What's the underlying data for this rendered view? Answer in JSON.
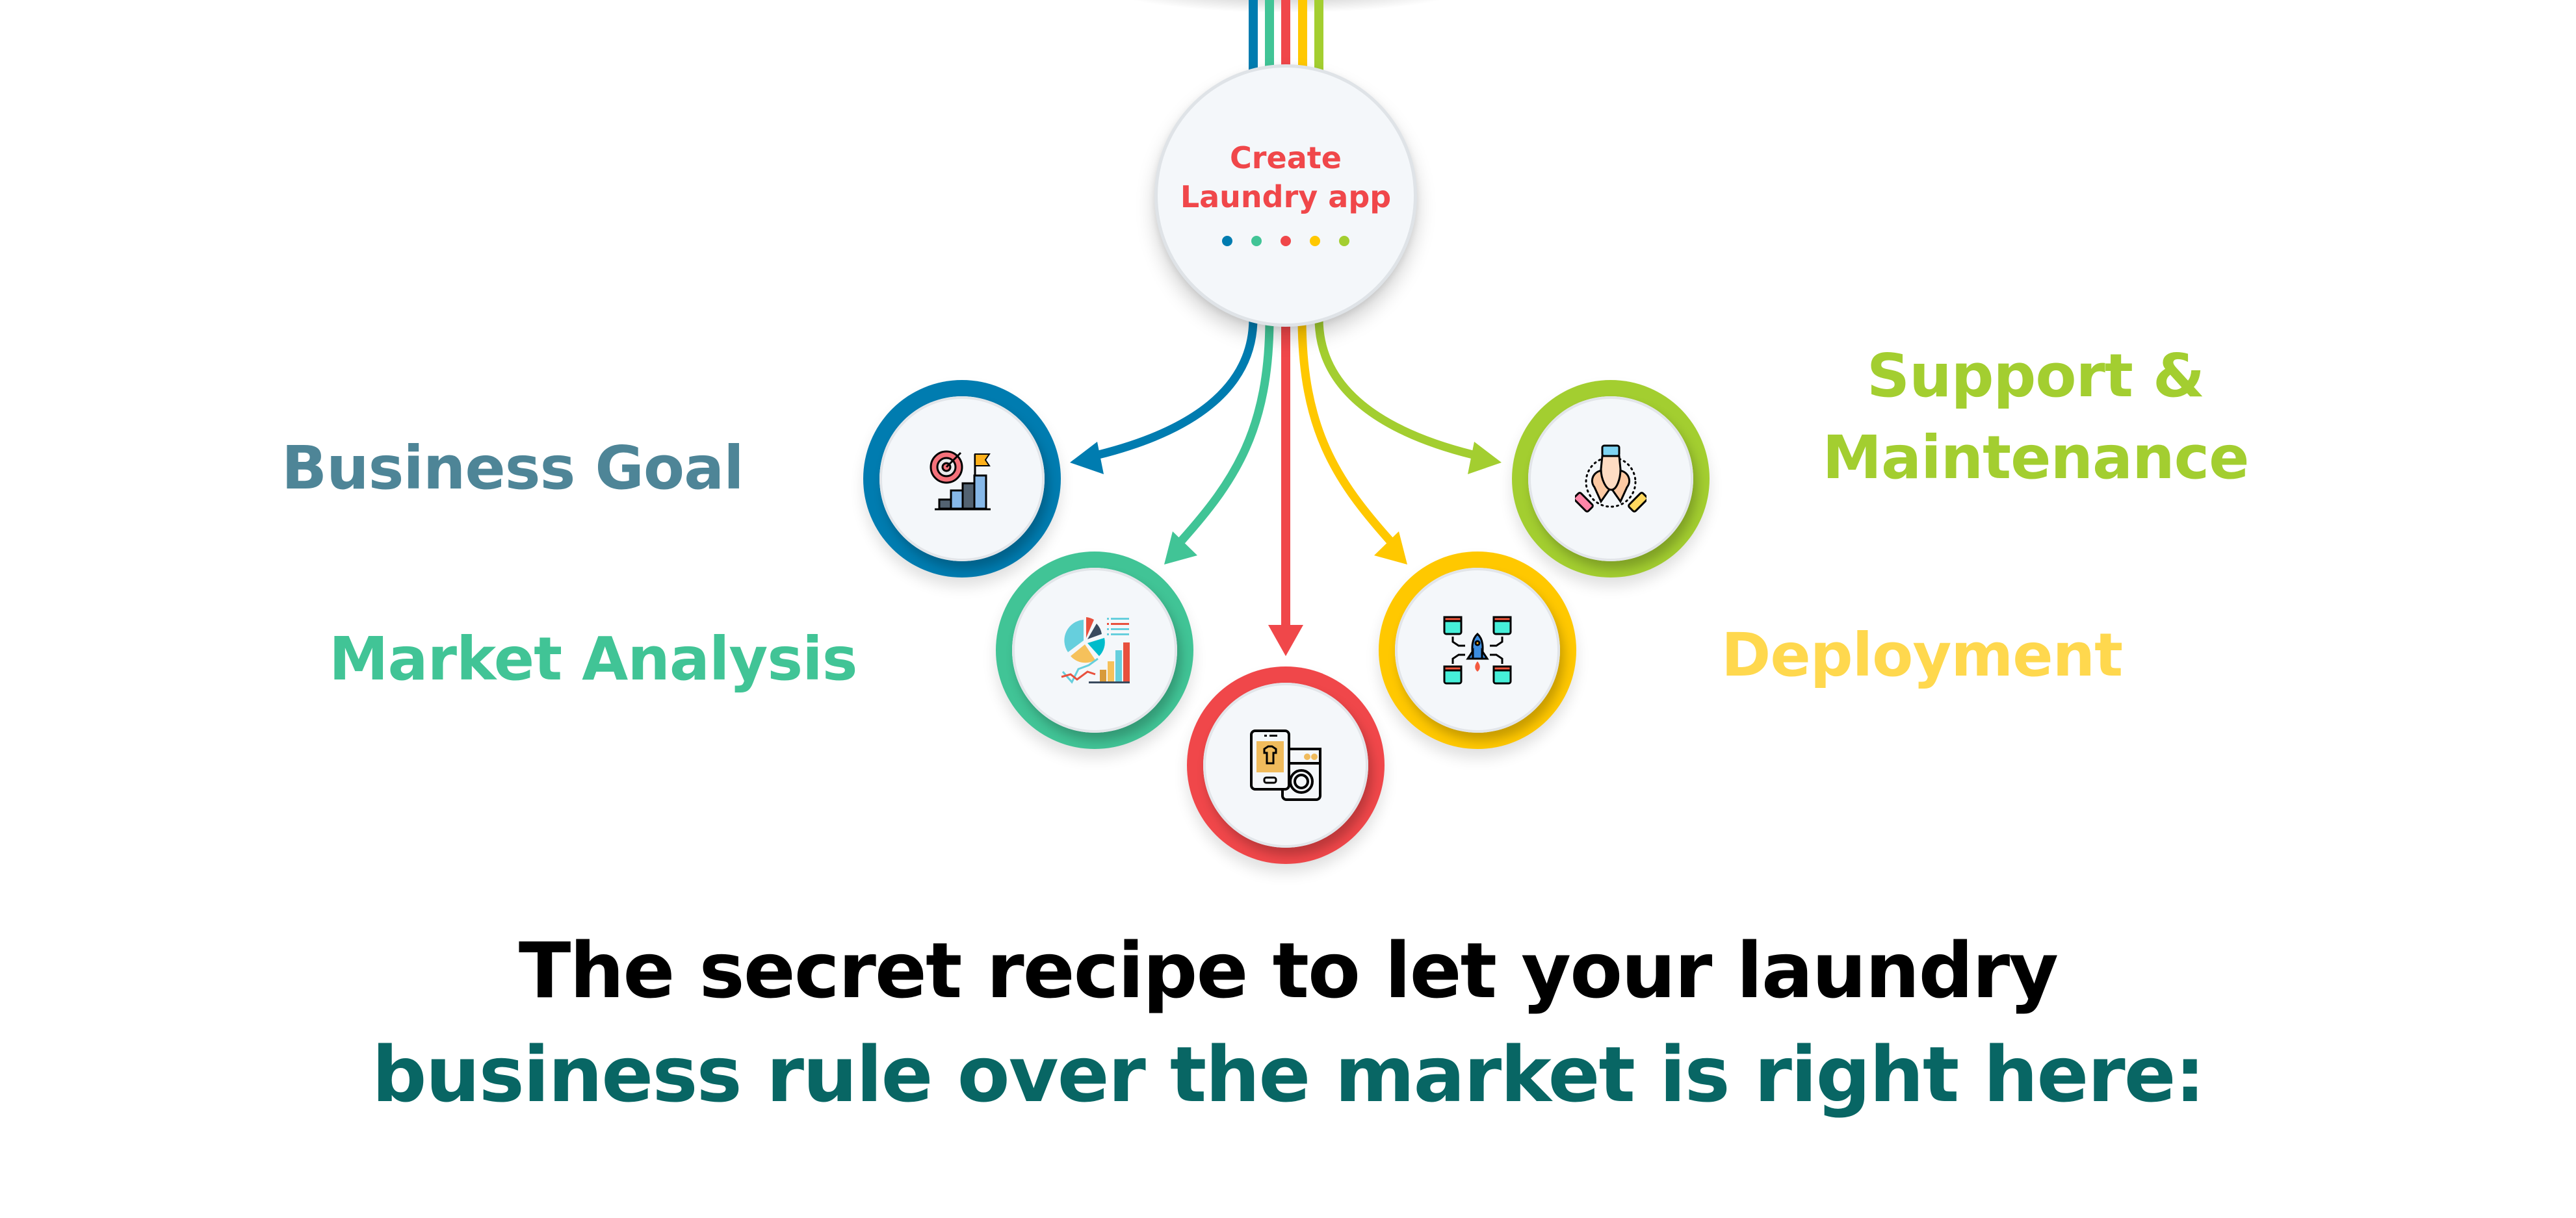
{
  "colors": {
    "blue": "#007CB0",
    "green": "#41C496",
    "red": "#F0474A",
    "yellow": "#FFC800",
    "lime": "#A3CE30",
    "hub_text": "#F0474A",
    "headline_dark": "#000000",
    "headline_teal": "#086664",
    "label_business_goal": "#4E8597",
    "label_market_analysis": "#41C496",
    "label_deployment": "#FFD84E",
    "label_support": "#A3CE30"
  },
  "hub": {
    "title_line1": "Create",
    "title_line2": "Laundry app",
    "dots": [
      "#007CB0",
      "#41C496",
      "#F0474A",
      "#FFC800",
      "#A3CE30"
    ]
  },
  "steps": [
    {
      "id": "business-goal",
      "label": "Business Goal",
      "icon": "target-growth-chart-icon",
      "color": "#007CB0"
    },
    {
      "id": "market-analysis",
      "label": "Market Analysis",
      "icon": "pie-bar-analytics-icon",
      "color": "#41C496"
    },
    {
      "id": "create-app",
      "label": "",
      "icon": "phone-washing-machine-icon",
      "color": "#F0474A"
    },
    {
      "id": "deployment",
      "label": "Deployment",
      "icon": "rocket-network-icon",
      "color": "#FFC800"
    },
    {
      "id": "support-maintenance",
      "label_line1": "Support &",
      "label_line2": "Maintenance",
      "icon": "teamwork-hands-icon",
      "color": "#A3CE30"
    }
  ],
  "labels": {
    "business_goal": "Business Goal",
    "market_analysis": "Market Analysis",
    "deployment": "Deployment",
    "support_line1": "Support &",
    "support_line2": "Maintenance"
  },
  "headline": {
    "line1": "The secret recipe to let your laundry",
    "line2": "business rule over the market is right here:"
  }
}
